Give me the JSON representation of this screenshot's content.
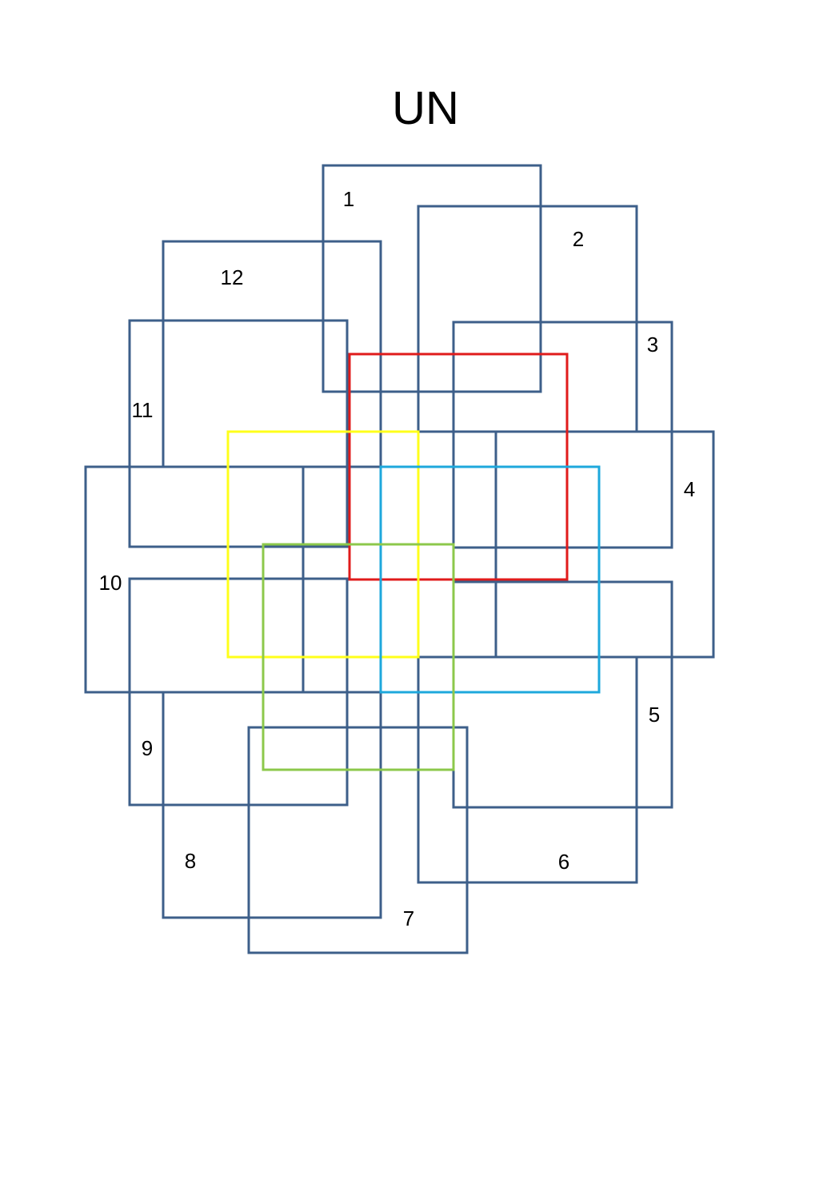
{
  "title": "UN",
  "colors": {
    "outline": "#3d5f8a",
    "red": "#e01b1b",
    "yellow": "#ffff1a",
    "cyan": "#1ea8dc",
    "green": "#8cc84b"
  },
  "labeled_boxes": [
    {
      "label": "1"
    },
    {
      "label": "2"
    },
    {
      "label": "3"
    },
    {
      "label": "4"
    },
    {
      "label": "5"
    },
    {
      "label": "6"
    },
    {
      "label": "7"
    },
    {
      "label": "8"
    },
    {
      "label": "9"
    },
    {
      "label": "10"
    },
    {
      "label": "11"
    },
    {
      "label": "12"
    }
  ],
  "center_boxes": [
    {
      "color_key": "red"
    },
    {
      "color_key": "yellow"
    },
    {
      "color_key": "cyan"
    },
    {
      "color_key": "green"
    }
  ]
}
